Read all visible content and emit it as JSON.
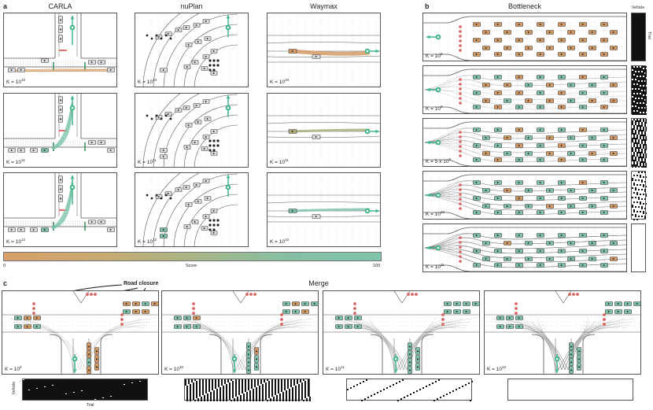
{
  "panels": {
    "a": {
      "letter": "a",
      "columns": [
        {
          "title": "CARLA",
          "k_labels": [
            {
              "base": "K = 10",
              "exp": "10"
            },
            {
              "base": "K = 10",
              "exp": "11"
            },
            {
              "base": "K = 10",
              "exp": "12"
            }
          ]
        },
        {
          "title": "nuPlan",
          "k_labels": [
            {
              "base": "K = 10",
              "exp": "10"
            },
            {
              "base": "K = 10",
              "exp": "11"
            },
            {
              "base": "K = 10",
              "exp": "12"
            }
          ]
        },
        {
          "title": "Waymax",
          "k_labels": [
            {
              "base": "K = 10",
              "exp": "10"
            },
            {
              "base": "K = 10",
              "exp": "11"
            },
            {
              "base": "K = 10",
              "exp": "12"
            }
          ]
        }
      ],
      "colorbar": {
        "label": "Score",
        "min": "0",
        "max": "100",
        "colors": [
          "#d9a06a",
          "#7fc4ab"
        ]
      }
    },
    "b": {
      "letter": "b",
      "title": "Bottleneck",
      "k_labels": [
        {
          "base": "K = 10",
          "exp": "8"
        },
        {
          "base": "K = 10",
          "exp": "9"
        },
        {
          "base": "K = 5 x 10",
          "exp": "9"
        },
        {
          "base": "K = 10",
          "exp": "10"
        },
        {
          "base": "K = 10",
          "exp": "11"
        }
      ],
      "side_axis": {
        "top": "Vehicle",
        "side": "Trial"
      }
    },
    "c": {
      "letter": "c",
      "title": "Merge",
      "annotation": "Road closure",
      "k_labels": [
        {
          "base": "K = 10",
          "exp": "9"
        },
        {
          "base": "K = 10",
          "exp": "10"
        },
        {
          "base": "K = 10",
          "exp": "11"
        },
        {
          "base": "K = 10",
          "exp": "12"
        }
      ],
      "matrix_axis": {
        "y": "Vehicle",
        "x": "Trial"
      }
    }
  }
}
